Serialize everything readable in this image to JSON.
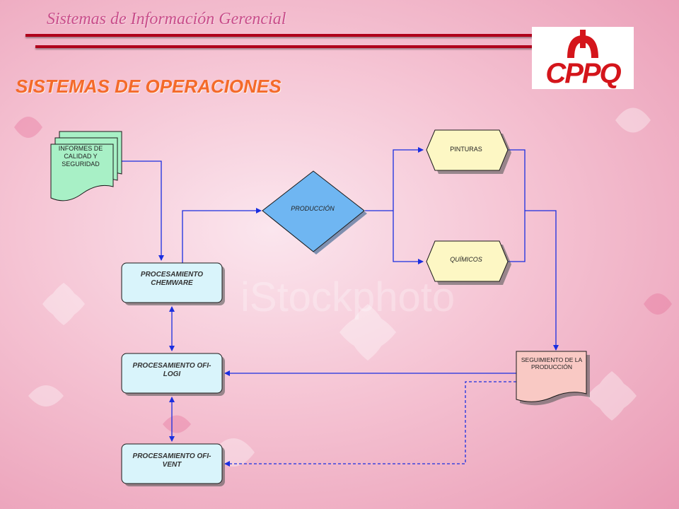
{
  "header": {
    "title": "Sistemas de Información Gerencial",
    "logo_text": "CPPQ",
    "accent_color": "#b0001b"
  },
  "page_title": "SISTEMAS DE OPERACIONES",
  "watermark": "iStockphoto",
  "diagram": {
    "informes": "INFORMES DE CALIDAD Y SEGURIDAD",
    "produccion": "PRODUCCIÓN",
    "pinturas": "PINTURAS",
    "quimicos": "QUÍMICOS",
    "chemware": "PROCESAMIENTO CHEMWARE",
    "ofi_logi": "PROCESAMIENTO OFI- LOGI",
    "ofi_vent": "PROCESAMIENTO OFI- VENT",
    "seguimiento": "SEGUIMIENTO DE LA PRODUCCIÓN"
  },
  "colors": {
    "connector": "#1a2ee0",
    "process_fill": "#d9f4fb",
    "document_green": "#a8f0c6",
    "document_pink": "#f9c9c4",
    "hexagon_fill": "#fdf7c4",
    "decision_fill": "#6fb6f2"
  }
}
